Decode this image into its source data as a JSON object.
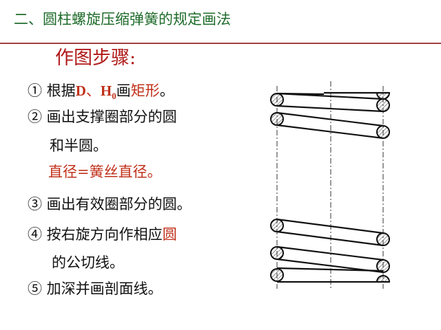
{
  "header": {
    "title": "二、圆柱螺旋压缩弹簧的规定画法"
  },
  "subtitle": "作图步骤:",
  "steps": {
    "s1": {
      "num": "①",
      "pre": "根据",
      "d": "D",
      "sep": "、",
      "h": "H",
      "sub0": "0",
      "mid": "画",
      "red": "矩形",
      "end": "。"
    },
    "s2a": "② 画出支撑圈部分的圆",
    "s2b": "和半圆。",
    "s2c": "直径=簧丝直径。",
    "s3": "③ 画出有效圈部分的圆。",
    "s4a": "④ 按右旋方向作相应",
    "s4red": "圆",
    "s4b": "的公切线。",
    "s5": "⑤ 加深并画剖面线。"
  }
}
